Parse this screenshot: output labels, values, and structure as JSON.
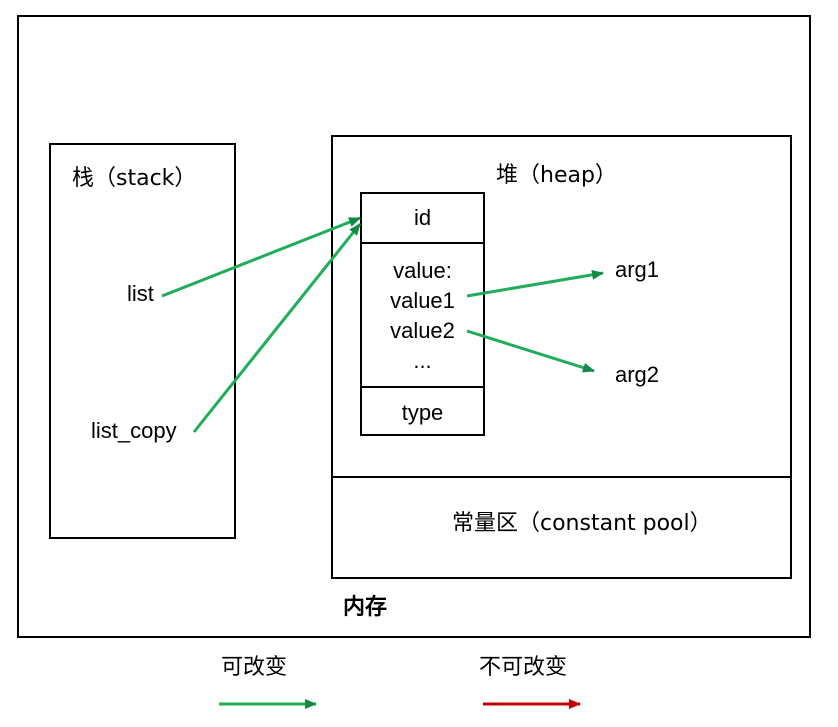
{
  "memory": {
    "label": "内存"
  },
  "stack": {
    "title": "栈（stack）",
    "vars": {
      "list": "list",
      "list_copy": "list_copy"
    }
  },
  "heap": {
    "title": "堆（heap）",
    "object": {
      "id": "id",
      "value_lines": [
        "value:",
        "value1",
        "value2",
        "..."
      ],
      "type": "type"
    },
    "args": {
      "arg1": "arg1",
      "arg2": "arg2"
    }
  },
  "constant_pool": {
    "title": "常量区（constant pool）"
  },
  "legend": {
    "mutable": {
      "label": "可改变",
      "color": "#1fad5a"
    },
    "immutable": {
      "label": "不可改变",
      "color": "#c00000"
    }
  },
  "colors": {
    "arrow_green": "#1fad5a",
    "arrow_head_green": "#118a46",
    "arrow_red": "#c00000"
  }
}
